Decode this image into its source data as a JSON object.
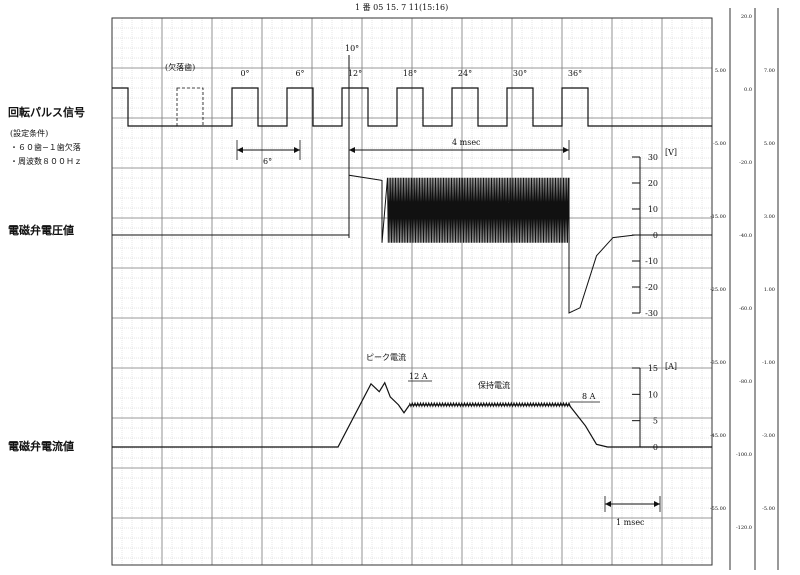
{
  "header_text": "1 番 05 15. 7 11(15:16)",
  "labels": {
    "pulse_signal": "回転パルス信号",
    "conditions_title": "(設定条件)",
    "condition_1": "・６０歯−１歯欠落",
    "condition_2": "・周波数８００Ｈｚ",
    "valve_voltage": "電磁弁電圧値",
    "valve_current": "電磁弁電流値"
  },
  "annotations": {
    "missing_tooth": "(欠落歯)",
    "ten_deg": "10°",
    "six_deg_span": "6°",
    "four_msec": "4 msec",
    "peak_current": "ピーク電流",
    "peak_value": "12 A",
    "hold_current": "保持電流",
    "hold_value": "8 A",
    "one_msec": "1 msec",
    "volt_unit": "[V]",
    "amp_unit": "[A]"
  },
  "angle_marks": [
    "0°",
    "6°",
    "12°",
    "18°",
    "24°",
    "30°",
    "36°"
  ],
  "right_scale_1": [
    "5.00",
    "-5.00",
    "-15.00",
    "-25.00",
    "-35.00",
    "-45.00",
    "-55.00"
  ],
  "right_scale_2": [
    "20.0",
    "0.0",
    "-20.0",
    "-40.0",
    "-60.0",
    "-80.0",
    "-100.0",
    "-120.0"
  ],
  "right_scale_3": [
    "7.00",
    "5.00",
    "3.00",
    "1.00",
    "-1.00",
    "-3.00",
    "-5.00"
  ],
  "chart_data": [
    {
      "type": "line",
      "name": "回転パルス信号",
      "x_unit": "deg",
      "teeth_positions": [
        -6,
        0,
        6,
        12,
        18,
        24,
        30,
        36
      ],
      "missing_tooth": -6,
      "levels": [
        0,
        1
      ]
    },
    {
      "type": "line",
      "name": "電磁弁電圧値",
      "x_unit": "msec",
      "y_unit": "V",
      "ylim": [
        -30,
        30
      ],
      "yticks": [
        "30",
        "20",
        "10",
        "0",
        "-10",
        "-20",
        "-30"
      ],
      "points": [
        [
          0,
          0
        ],
        [
          0,
          23
        ],
        [
          0.6,
          21
        ],
        [
          0.6,
          -3
        ],
        [
          0.7,
          22
        ],
        [
          4.0,
          22
        ],
        [
          4.0,
          -30
        ],
        [
          4.2,
          -28
        ],
        [
          4.5,
          -8
        ],
        [
          4.8,
          -1
        ],
        [
          5.2,
          0
        ],
        [
          6.0,
          0
        ]
      ],
      "pwm_between_msec": [
        0.7,
        4.0
      ],
      "pwm_high": 22,
      "pwm_low": -3,
      "duration_msec": 4
    },
    {
      "type": "line",
      "name": "電磁弁電流値",
      "x_unit": "msec",
      "y_unit": "A",
      "ylim": [
        0,
        15
      ],
      "yticks": [
        "15",
        "10",
        "5",
        "0"
      ],
      "points": [
        [
          -0.2,
          0
        ],
        [
          0.4,
          12
        ],
        [
          0.55,
          10.5
        ],
        [
          0.65,
          12.2
        ],
        [
          0.75,
          9.5
        ],
        [
          0.9,
          8
        ],
        [
          1.0,
          6.5
        ],
        [
          1.1,
          8
        ],
        [
          4.0,
          8
        ],
        [
          4.3,
          4
        ],
        [
          4.5,
          0.5
        ],
        [
          4.7,
          0
        ],
        [
          6.0,
          0
        ]
      ],
      "peak_A": 12,
      "hold_A": 8
    }
  ]
}
